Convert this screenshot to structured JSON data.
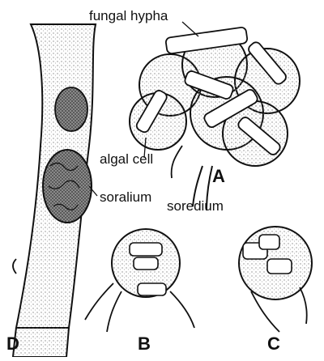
{
  "labels": {
    "fungal_hypha": "fungal hypha",
    "algal_cell": "algal cell",
    "soralium": "soralium",
    "soredium": "soredium"
  },
  "panels": {
    "a": "A",
    "b": "B",
    "c": "C",
    "d": "D"
  },
  "colors": {
    "ink": "#111111",
    "paper": "#ffffff",
    "stipple": "#9a9a9a"
  }
}
